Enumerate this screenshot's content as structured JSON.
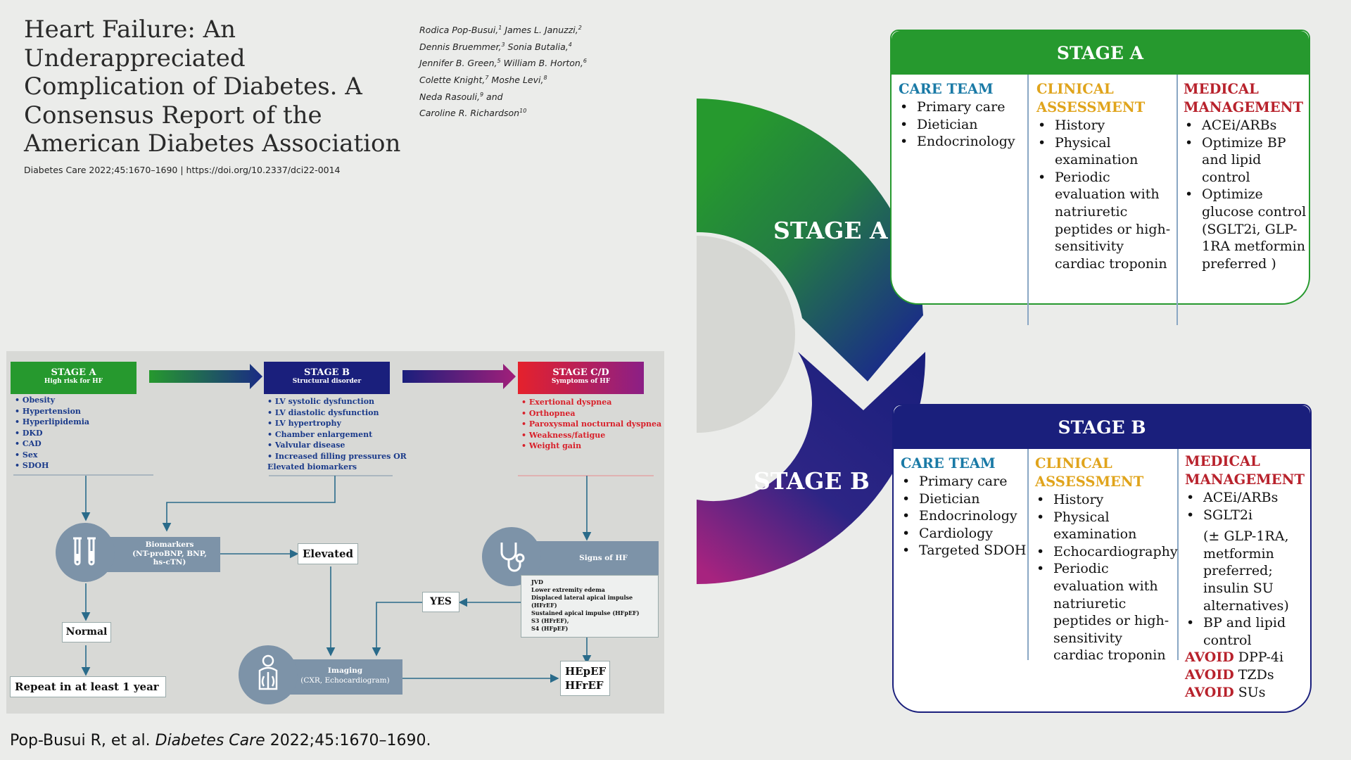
{
  "title": "Heart Failure: An Underappreciated Complication of Diabetes. A Consensus Report of the American Diabetes Association",
  "citation": "Diabetes Care 2022;45:1670–1690 | https://doi.org/10.2337/dci22-0014",
  "authors": [
    {
      "name": "Rodica Pop-Busui,",
      "sup": "1",
      "name2": " James L. Januzzi,",
      "sup2": "2"
    },
    {
      "name": "Dennis Bruemmer,",
      "sup": "3",
      "name2": " Sonia Butalia,",
      "sup2": "4"
    },
    {
      "name": "Jennifer B. Green,",
      "sup": "5",
      "name2": " William B. Horton,",
      "sup2": "6"
    },
    {
      "name": "Colette Knight,",
      "sup": "7",
      "name2": " Moshe Levi,",
      "sup2": "8"
    },
    {
      "name": "Neda Rasouli,",
      "sup": "9",
      "name2": " and",
      "sup2": ""
    },
    {
      "name": "Caroline R. Richardson",
      "sup": "10",
      "name2": "",
      "sup2": ""
    }
  ],
  "footer": {
    "pre": "Pop-Busui R, et al. ",
    "journal": "Diabetes Care",
    "post": " 2022;45:1670–1690."
  },
  "colors": {
    "green": "#26992e",
    "navy": "#1a1f7c",
    "red": "#e5212c",
    "purple": "#8b1f86",
    "teal": "#1a7aa6",
    "gold": "#e0a41c",
    "maroon": "#b8222c",
    "slate": "#7d93a8"
  },
  "figure": {
    "stage_a": {
      "title": "STAGE A",
      "subtitle": "High risk for HF",
      "items": [
        "Obesity",
        "Hypertension",
        "Hyperlipidemia",
        "DKD",
        "CAD",
        "Sex",
        "SDOH"
      ]
    },
    "stage_b": {
      "title": "STAGE B",
      "subtitle": "Structural disorder",
      "items": [
        "LV systolic dysfunction",
        "LV diastolic dysfunction",
        "LV hypertrophy",
        "Chamber enlargement",
        "Valvular disease",
        "Increased filling pressures OR Elevated biomarkers"
      ]
    },
    "stage_cd": {
      "title": "STAGE C/D",
      "subtitle": "Symptoms of HF",
      "items": [
        "Exertional dyspnea",
        "Orthopnea",
        "Paroxysmal nocturnal dyspnea",
        "Weakness/fatigue",
        "Weight gain"
      ]
    },
    "biomarkers": [
      "Biomarkers",
      "(NT-proBNP, BNP,",
      "hs-cTN)"
    ],
    "elevated": "Elevated",
    "normal": "Normal",
    "repeat": "Repeat in at least 1 year",
    "imaging": [
      "Imaging",
      "(CXR, Echocardiogram)"
    ],
    "signs": "Signs of HF",
    "signs_items": [
      "JVD",
      "Lower extremity edema",
      "Displaced lateral apical impulse (HFrEF)",
      "Sustained apical impulse (HFpEF)",
      "S3 (HFrEF),",
      "S4 (HFpEF)"
    ],
    "yes": "YES",
    "outcome": [
      "HEpEF",
      "HFrEF"
    ]
  },
  "wheel": {
    "stage_a": "STAGE A",
    "stage_b": "STAGE B"
  },
  "panel_a": {
    "title": "STAGE A",
    "care_team": {
      "heading": "CARE TEAM",
      "items": [
        "Primary care",
        "Dietician",
        "Endocrinology"
      ]
    },
    "clinical": {
      "heading1": "CLINICAL",
      "heading2": "ASSESSMENT",
      "items": [
        "History",
        "Physical examination",
        "Periodic evaluation with natriuretic peptides or high-sensitivity cardiac troponin"
      ]
    },
    "medical": {
      "heading1": "MEDICAL",
      "heading2": "MANAGEMENT",
      "items": [
        "ACEi/ARBs",
        "Optimize BP and lipid control",
        "Optimize glucose control (SGLT2i,   GLP-1RA metformin preferred )"
      ]
    }
  },
  "panel_b": {
    "title": "STAGE B",
    "care_team": {
      "heading": "CARE TEAM",
      "items": [
        "Primary care",
        "Dietician",
        "Endocrinology",
        "Cardiology",
        "Targeted SDOH"
      ]
    },
    "clinical": {
      "heading1": "CLINICAL",
      "heading2": "ASSESSMENT",
      "items": [
        "History",
        "Physical examination",
        "Echocardiography",
        "Periodic evaluation with natriuretic peptides or high-sensitivity cardiac troponin"
      ]
    },
    "medical": {
      "heading1": "MEDICAL",
      "heading2": "MANAGEMENT",
      "items": [
        "ACEi/ARBs",
        "SGLT2i"
      ],
      "note": "(± GLP-1RA, metformin preferred; insulin SU alternatives)",
      "items2": [
        "BP and lipid control"
      ],
      "avoid": [
        {
          "word": "AVOID",
          "drug": " DPP-4i"
        },
        {
          "word": "AVOID",
          "drug": " TZDs"
        },
        {
          "word": "AVOID",
          "drug": " SUs"
        }
      ]
    }
  }
}
